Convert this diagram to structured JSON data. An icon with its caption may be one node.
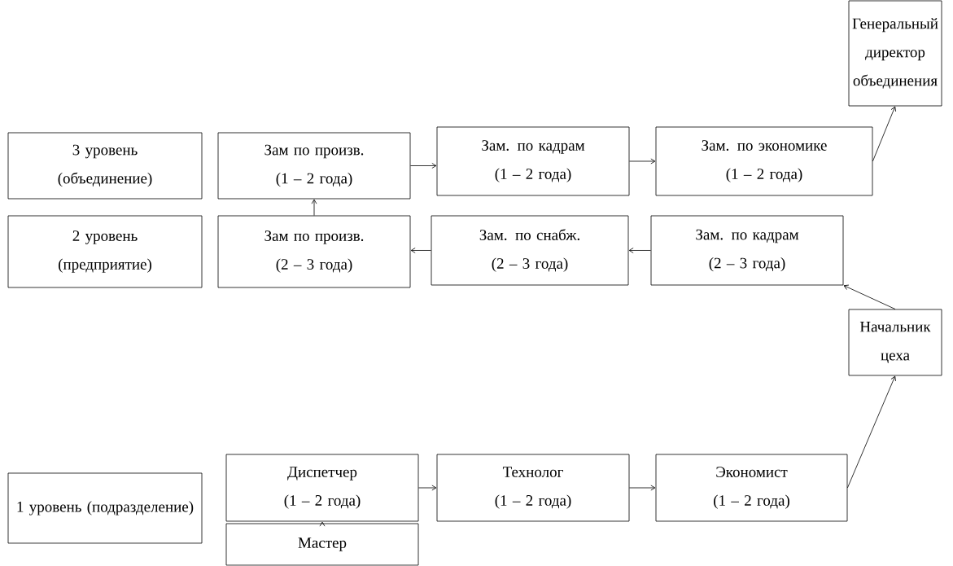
{
  "diagram": {
    "nodes": [
      {
        "text": [
          "3 уровень (объединение)"
        ]
      },
      {
        "text": [
          "2 уровень (предприятие)"
        ]
      },
      {
        "text": [
          "1 уровень (подразделение)"
        ]
      },
      {
        "text": [
          "Зам по произв. (1 – 2 года)"
        ]
      },
      {
        "text": [
          "Зам. по кадрам (1 – 2 года)"
        ]
      },
      {
        "text": [
          "Зам. по экономике (1 – 2 года)"
        ]
      },
      {
        "text": [
          "Генеральный директор объединения"
        ]
      },
      {
        "text": [
          "Зам по произв. (2 – 3 года)"
        ]
      },
      {
        "text": [
          "Зам. по снабж. (2 – 3 года)"
        ]
      },
      {
        "text": [
          "Зам. по кадрам (2 – 3 года)"
        ]
      },
      {
        "text": [
          "Начальник цеха"
        ]
      },
      {
        "text": [
          "Диспетчер (1 – 2 года)"
        ]
      },
      {
        "text": [
          "Технолог (1 – 2 года)"
        ]
      },
      {
        "text": [
          "Экономист (1 – 2 года)"
        ]
      },
      {
        "text": [
          "Мастер"
        ]
      }
    ],
    "edges": [
      {
        "from": 14,
        "to": 11,
        "arrow": "to"
      },
      {
        "from": 11,
        "to": 12,
        "arrow": "to"
      },
      {
        "from": 12,
        "to": 13,
        "arrow": "to"
      },
      {
        "from": 13,
        "to": 10,
        "arrow": "to"
      },
      {
        "from": 10,
        "to": 9,
        "arrow": "to"
      },
      {
        "from": 9,
        "to": 8,
        "arrow": "to"
      },
      {
        "from": 8,
        "to": 7,
        "arrow": "to"
      },
      {
        "from": 7,
        "to": 3,
        "arrow": "to"
      },
      {
        "from": 3,
        "to": 4,
        "arrow": "to"
      },
      {
        "from": 4,
        "to": 5,
        "arrow": "to"
      },
      {
        "from": 5,
        "to": 6,
        "arrow": "to"
      }
    ]
  }
}
